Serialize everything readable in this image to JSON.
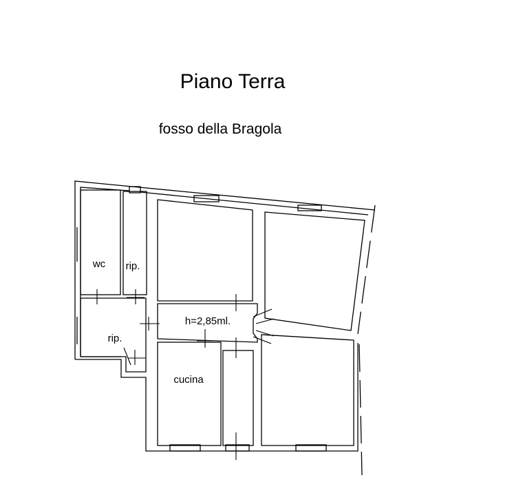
{
  "header": {
    "title": "Piano Terra",
    "subtitle": "fosso della Bragola"
  },
  "rooms": [
    {
      "id": "wc",
      "label": "wc"
    },
    {
      "id": "rip-top",
      "label": "rip."
    },
    {
      "id": "rip-bottom",
      "label": "rip."
    },
    {
      "id": "corridor",
      "label": "h=2,85ml."
    },
    {
      "id": "cucina",
      "label": "cucina"
    }
  ]
}
